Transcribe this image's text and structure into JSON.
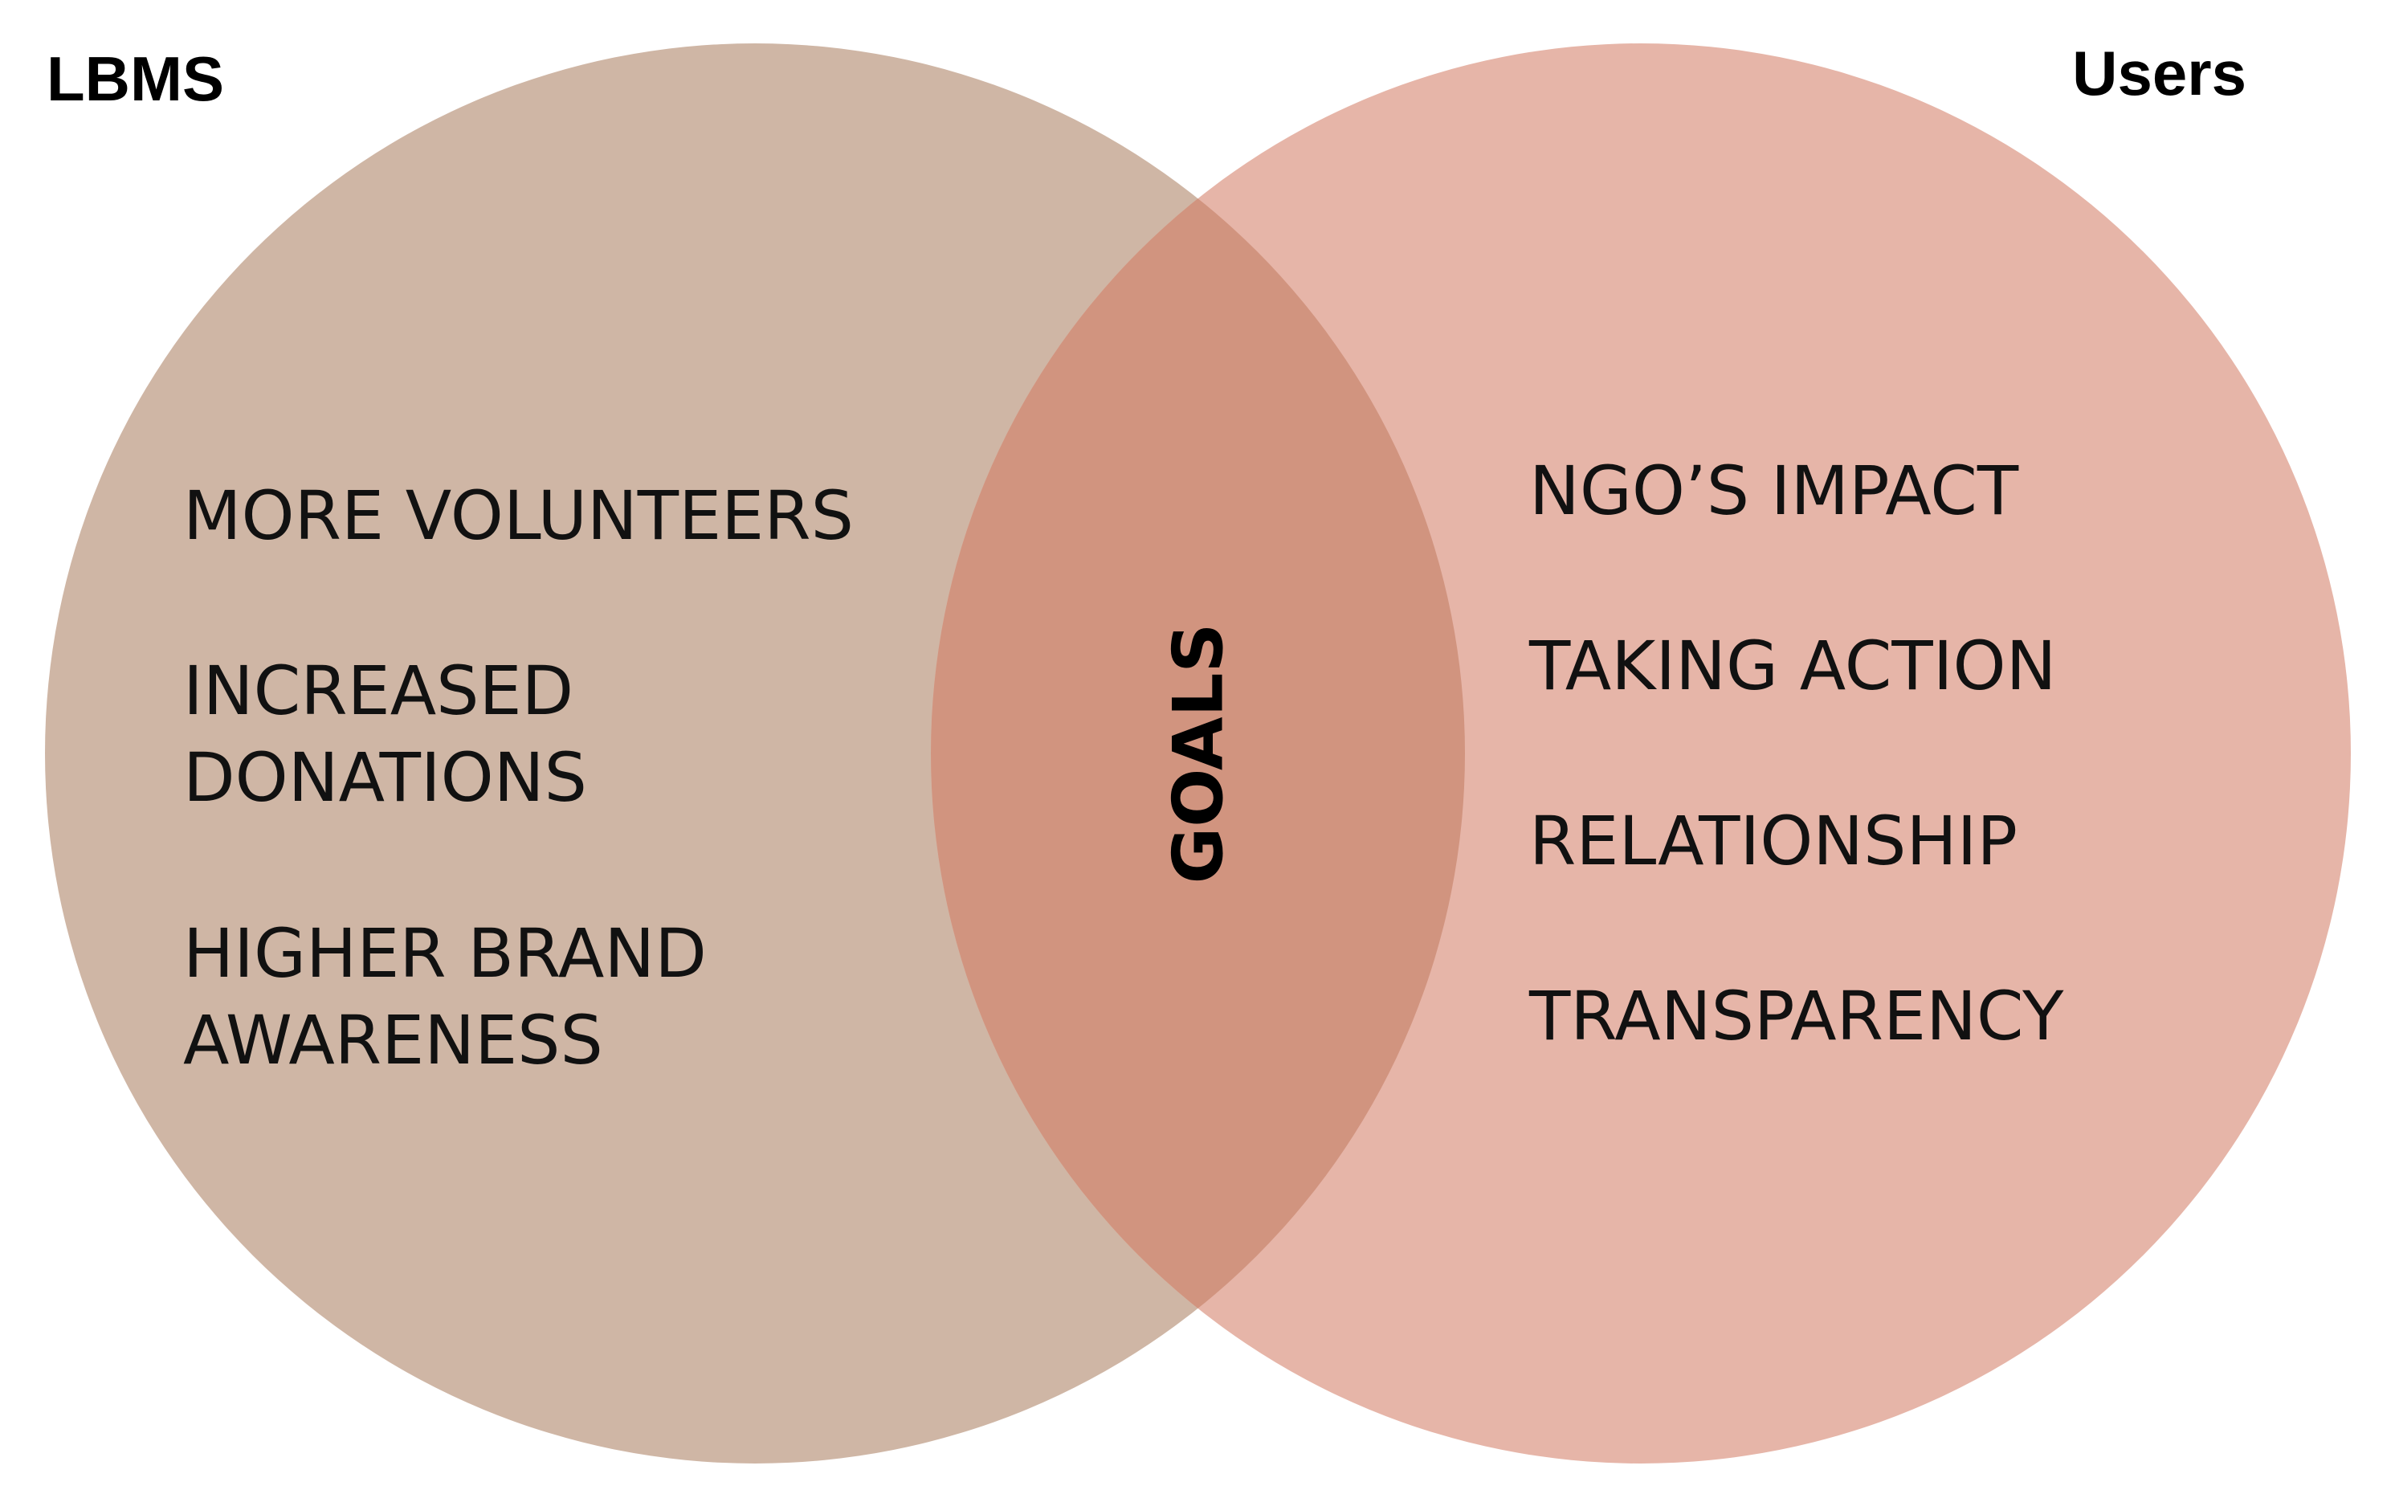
{
  "diagram": {
    "type": "venn",
    "sets": [
      {
        "id": "left",
        "title": "LBMS",
        "color": "#CFB6A5",
        "items": [
          [
            "MORE VOLUNTEERS"
          ],
          [
            "INCREASED",
            "DONATIONS"
          ],
          [
            "HIGHER BRAND",
            "AWARENESS"
          ]
        ]
      },
      {
        "id": "right",
        "title": "Users",
        "color": "#E6B5A8",
        "items": [
          [
            "NGO’S IMPACT"
          ],
          [
            "TAKING ACTION"
          ],
          [
            "RELATIONSHIP"
          ],
          [
            "TRANSPARENCY"
          ]
        ]
      }
    ],
    "intersection": {
      "label": "GOALS",
      "color": "#D1947F"
    }
  }
}
